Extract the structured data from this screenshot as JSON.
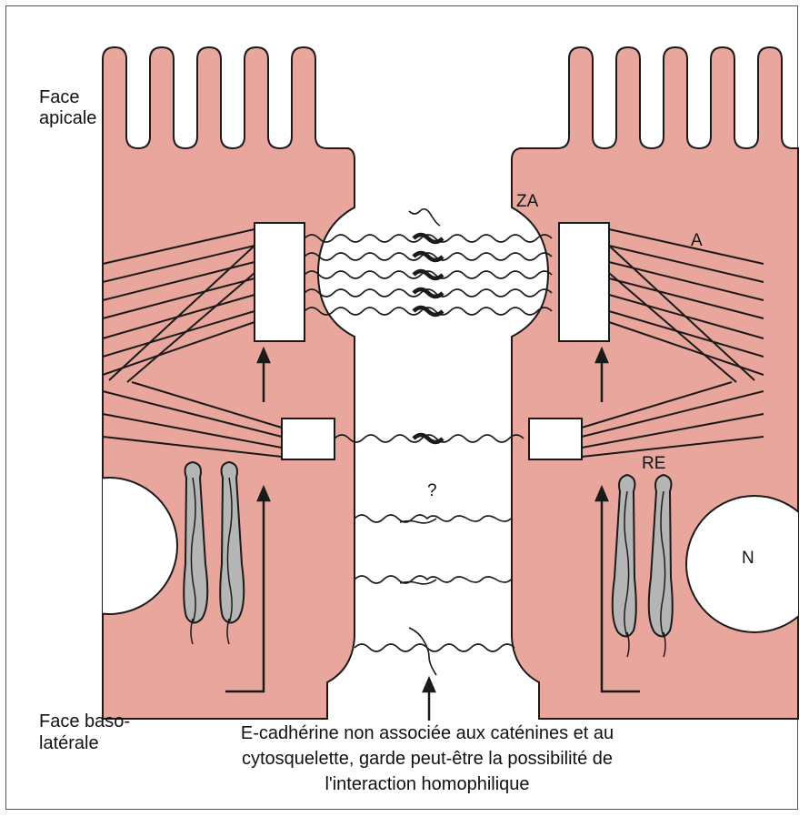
{
  "labels": {
    "face_apicale_1": "Face",
    "face_apicale_2": "apicale",
    "face_baso_1": "Face baso-",
    "face_baso_2": "latérale",
    "za": "ZA",
    "a": "A",
    "re": "RE",
    "n": "N",
    "question": "?"
  },
  "caption": {
    "line1": "E-cadhérine non associée aux caténines et au",
    "line2": "cytosquelette, garde peut-être la possibilité de",
    "line3": "l'interaction homophilique"
  },
  "colors": {
    "cell": "#e9a69c",
    "stroke": "#1a1a1a",
    "organelle": "#b5b5b5",
    "background": "#ffffff"
  }
}
